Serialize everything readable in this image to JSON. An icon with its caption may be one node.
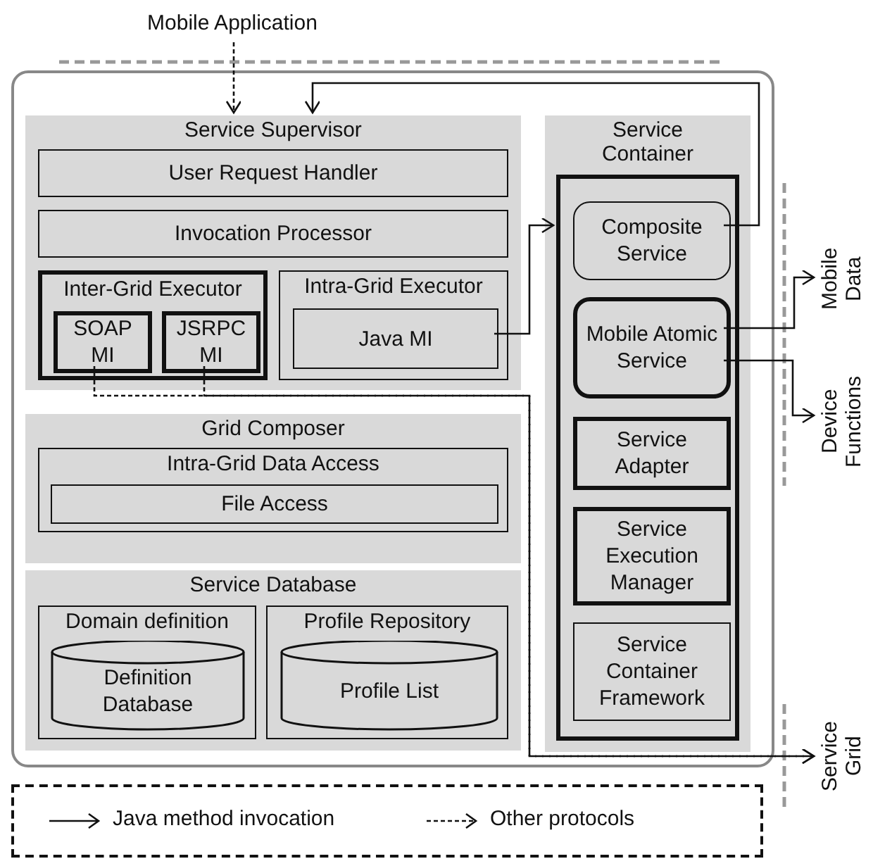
{
  "diagram": {
    "nodes": [
      {
        "text": [],
        "shape": "box"
      },
      {
        "text": [
          "Service Supervisor"
        ],
        "in": 0
      },
      {
        "text": [
          "User Request Handler"
        ],
        "in": 1
      },
      {
        "text": [
          "Invocation Processor"
        ],
        "in": 1
      },
      {
        "text": [
          "Inter-Grid Executor"
        ],
        "in": 1
      },
      {
        "text": [
          "SOAP MI"
        ],
        "in": 4
      },
      {
        "text": [
          "JSRPC MI"
        ],
        "in": 4
      },
      {
        "text": [
          "Intra-Grid Executor"
        ],
        "in": 1
      },
      {
        "text": [
          "Java MI"
        ],
        "in": 7
      },
      {
        "text": [
          "Grid Composer"
        ],
        "in": 0
      },
      {
        "text": [
          "Intra-Grid Data Access"
        ],
        "in": 9
      },
      {
        "text": [
          "File Access"
        ],
        "in": 10
      },
      {
        "text": [
          "Service Database"
        ],
        "in": 0
      },
      {
        "text": [
          "Domain definition"
        ],
        "in": 12
      },
      {
        "text": [
          "Definition Database"
        ],
        "in": 13
      },
      {
        "text": [
          "Profile Repository"
        ],
        "in": 12
      },
      {
        "text": [
          "Profile List"
        ],
        "in": 15
      },
      {
        "text": [
          "Service Container"
        ],
        "in": 0
      },
      {
        "text": [],
        "shape": "box",
        "in": 17
      },
      {
        "text": [
          "Composite Service"
        ],
        "in": 18
      },
      {
        "text": [
          "Mobile Atomic Service"
        ],
        "in": 18
      },
      {
        "text": [
          "Service Adapter"
        ],
        "in": 18
      },
      {
        "text": [
          "Service Execution Manager"
        ],
        "in": 18
      },
      {
        "text": [
          "Service Container Framework"
        ],
        "in": 18
      },
      {
        "text": [
          "Mobile Application"
        ]
      },
      {
        "text": [
          "Mobile Data"
        ]
      },
      {
        "text": [
          "Device Functions"
        ]
      },
      {
        "text": [
          "Service Grid"
        ]
      }
    ],
    "edges": [
      {
        "from": 24,
        "to": 1,
        "arrow": "to",
        "style": "dashed"
      },
      {
        "from": 19,
        "to": 1,
        "arrow": "to"
      },
      {
        "from": 8,
        "to": 18,
        "arrow": "to"
      },
      {
        "from": 20,
        "to": 25,
        "arrow": "to"
      },
      {
        "from": 20,
        "to": 26,
        "arrow": "to"
      },
      {
        "from": 5,
        "to": 27,
        "arrow": "to",
        "style": "dashed"
      },
      {
        "from": 6,
        "to": 27,
        "arrow": "to",
        "style": "dashed"
      }
    ],
    "legend": [
      {
        "text": "Java method invocation"
      },
      {
        "text": "Other protocols"
      }
    ]
  }
}
